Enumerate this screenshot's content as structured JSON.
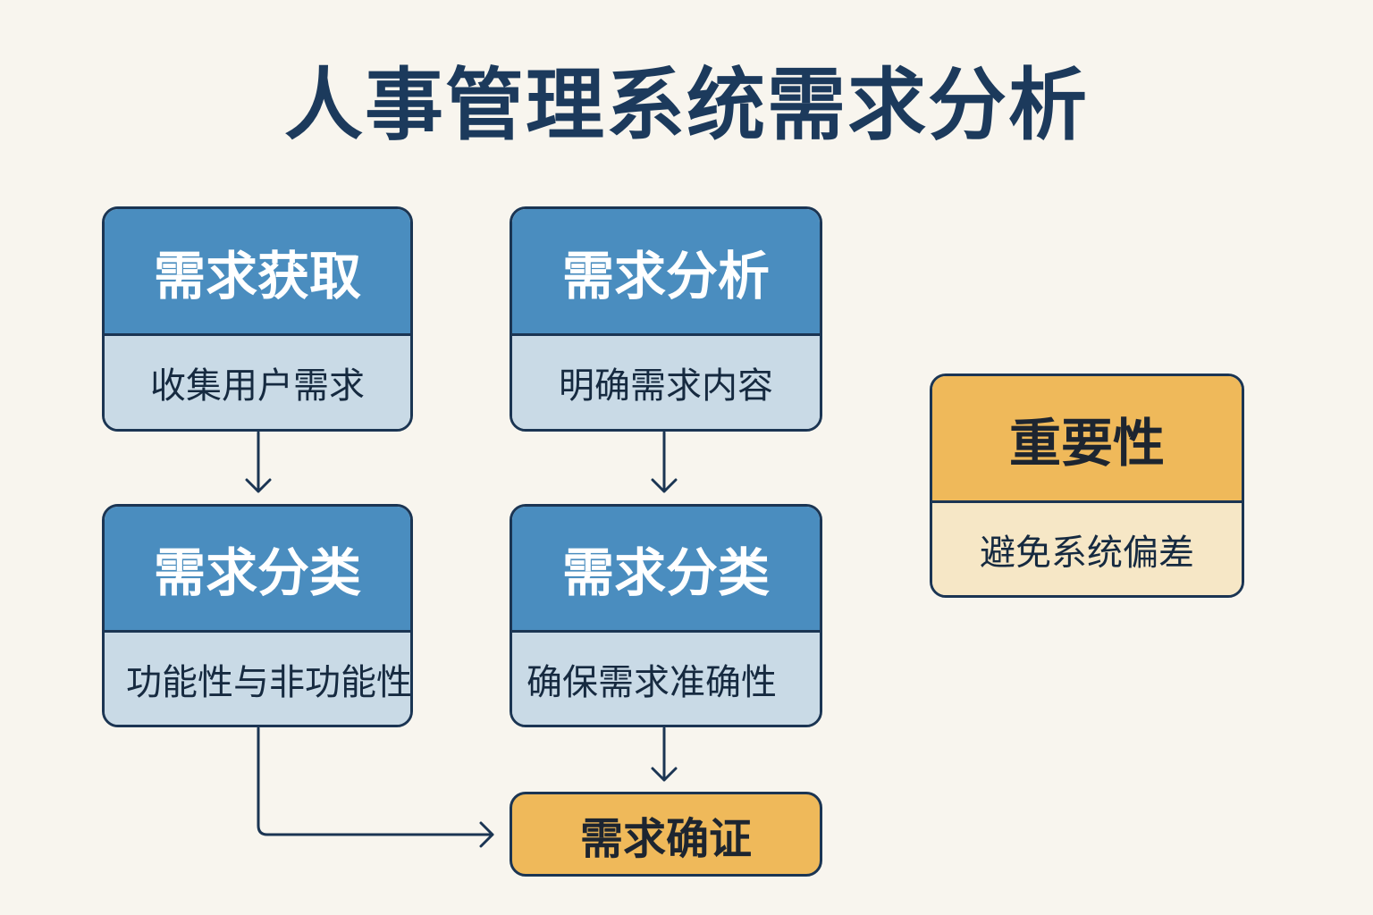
{
  "title": "人事管理系统需求分析",
  "cards": {
    "gather": {
      "heading": "需求获取",
      "text": "收集用户需求"
    },
    "analyze": {
      "heading": "需求分析",
      "text": "明确需求内容"
    },
    "classify_left": {
      "heading": "需求分类",
      "text": "功能性与非功能性"
    },
    "classify_right": {
      "heading": "需求分类",
      "text": "确保需求准确性"
    },
    "importance": {
      "heading": "重要性",
      "text": "避免系统偏差"
    }
  },
  "confirm": {
    "label": "需求确证"
  },
  "colors": {
    "background": "#f8f5ee",
    "title": "#1c3a5c",
    "blue_header": "#4a8dbf",
    "blue_body": "#c9dae6",
    "amber_header": "#efb95a",
    "amber_body": "#f6e7c6",
    "outline": "#1b3553"
  }
}
